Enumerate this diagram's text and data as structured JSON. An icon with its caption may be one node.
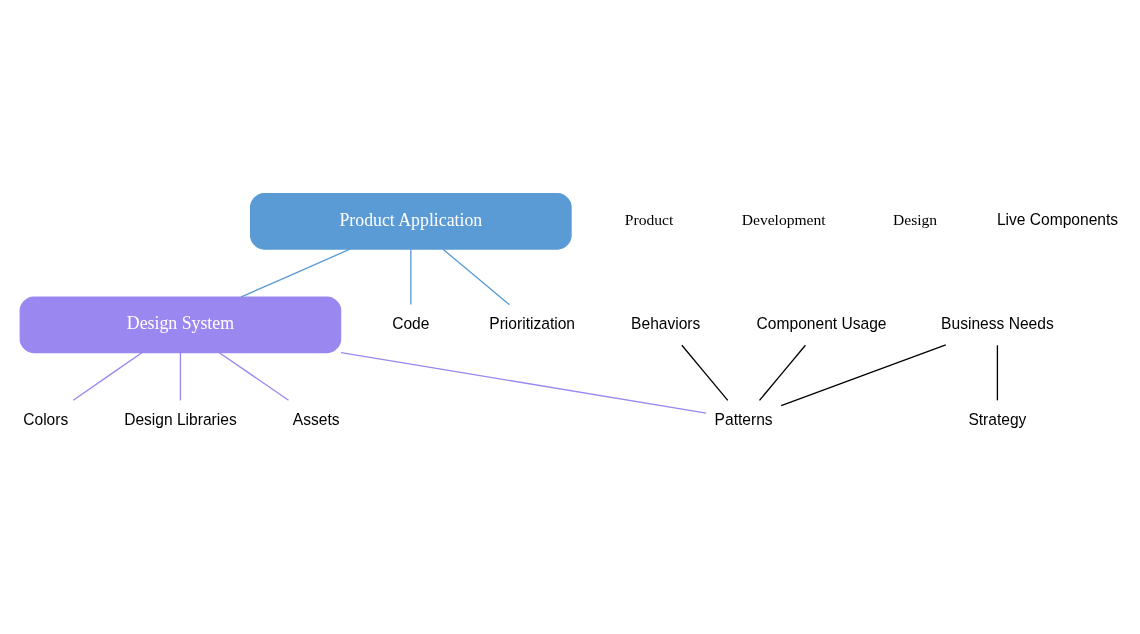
{
  "diagram": {
    "nodes": [
      {
        "text": [
          "Product Application"
        ]
      },
      {
        "text": [
          "Design System"
        ]
      },
      {
        "text": [
          "Business Needs"
        ]
      },
      {
        "text": [
          "Code"
        ]
      },
      {
        "text": [
          "Colors"
        ]
      },
      {
        "text": [
          "Strategy"
        ]
      },
      {
        "text": [
          "Behaviors"
        ]
      },
      {
        "text": [
          "Component Usage"
        ]
      },
      {
        "text": [
          "Prioritization"
        ]
      },
      {
        "text": [
          "Patterns"
        ]
      },
      {
        "text": [
          "Design Libraries"
        ]
      },
      {
        "text": [
          "Assets"
        ]
      }
    ],
    "edges": [
      {
        "from": 0,
        "to": 8,
        "arrow": "none",
        "color": "#5b9bd5"
      },
      {
        "from": 0,
        "to": 3,
        "arrow": "none",
        "color": "#5b9bd5"
      },
      {
        "from": 0,
        "to": 1,
        "arrow": "none",
        "color": "#5b9bd5"
      },
      {
        "from": 1,
        "to": 4,
        "arrow": "none",
        "color": "#9b87f0"
      },
      {
        "from": 1,
        "to": 9,
        "arrow": "none",
        "color": "#9b87f0"
      },
      {
        "from": 1,
        "to": 10,
        "arrow": "none",
        "color": "#9b87f0"
      },
      {
        "from": 1,
        "to": 11,
        "arrow": "none",
        "color": "#9b87f0"
      },
      {
        "from": 2,
        "to": 5,
        "arrow": "none",
        "color": "#000000"
      },
      {
        "from": 2,
        "to": 9,
        "arrow": "none",
        "color": "#000000"
      },
      {
        "from": 6,
        "to": 9,
        "arrow": "none",
        "color": "#000000"
      },
      {
        "from": 7,
        "to": 9,
        "arrow": "none",
        "color": "#000000"
      }
    ],
    "labels": [
      "Product",
      "Development",
      "Design",
      "Live Components"
    ]
  }
}
